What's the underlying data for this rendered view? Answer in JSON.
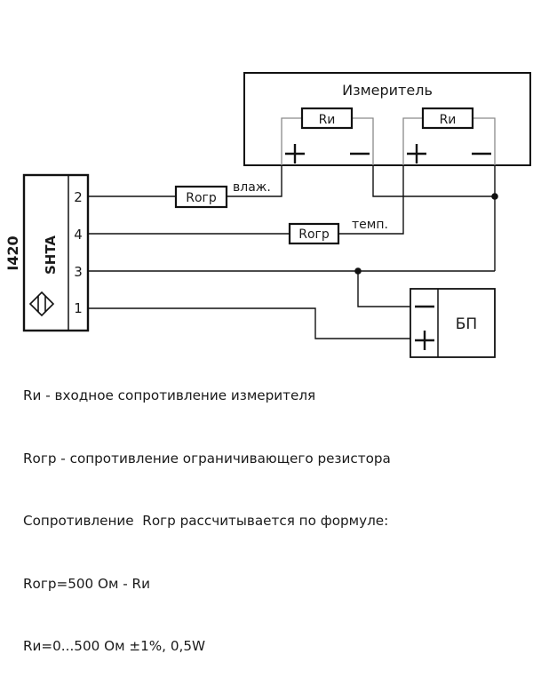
{
  "meter": {
    "title": "Измеритель",
    "channels": [
      {
        "resistor_label": "Rи",
        "plus": "+",
        "minus": "−"
      },
      {
        "resistor_label": "Rи",
        "plus": "+",
        "minus": "−"
      }
    ]
  },
  "sensor": {
    "model": "I420",
    "name": "SHTA",
    "pins": [
      "2",
      "4",
      "3",
      "1"
    ],
    "symbol_icon": "sensor-diamond-icon"
  },
  "limit_resistors": [
    {
      "label": "Rогр",
      "signal": "влаж."
    },
    {
      "label": "Rогр",
      "signal": "темп."
    }
  ],
  "power_supply": {
    "label": "БП",
    "minus": "−",
    "plus": "+"
  },
  "notes": [
    "Rи - входное сопротивление измерителя",
    "Rогр - сопротивление ограничивающего резистора",
    "Сопротивление  Rогр рассчитывается по формуле:",
    "Rогр=500 Ом - Rи",
    "Rи=0...500 Ом ±1%, 0,5W"
  ],
  "colors": {
    "wire": "#111111",
    "inner_wire": "#8a8a8a",
    "text": "#1a1a1a"
  }
}
